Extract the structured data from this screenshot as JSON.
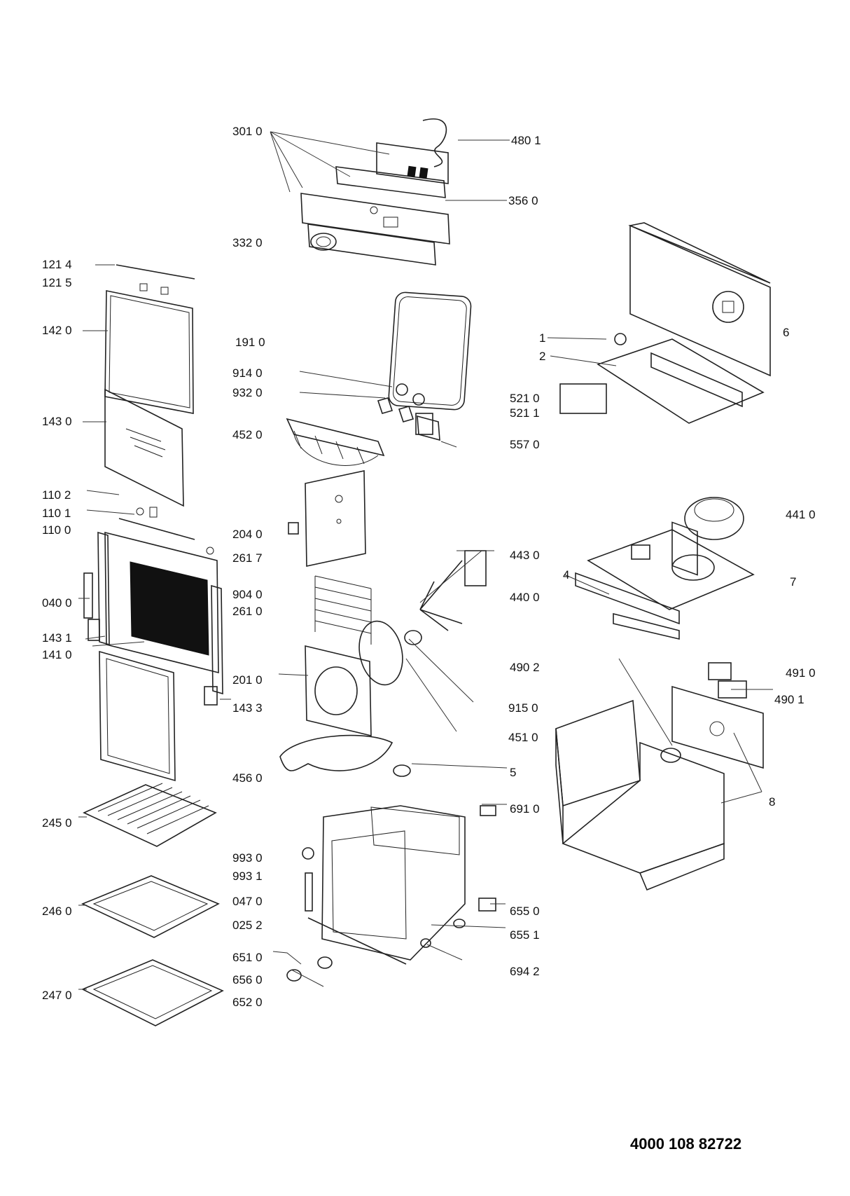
{
  "labels": [
    {
      "id": "l3010",
      "text": "301 0"
    },
    {
      "id": "l4801",
      "text": "480 1"
    },
    {
      "id": "l3560",
      "text": "356 0"
    },
    {
      "id": "l3320",
      "text": "332 0"
    },
    {
      "id": "l1214",
      "text": "121 4"
    },
    {
      "id": "l1215",
      "text": "121 5"
    },
    {
      "id": "l1420",
      "text": "142 0"
    },
    {
      "id": "l1910",
      "text": "191 0"
    },
    {
      "id": "l9140",
      "text": "914 0"
    },
    {
      "id": "l9320",
      "text": "932 0"
    },
    {
      "id": "l1430",
      "text": "143 0"
    },
    {
      "id": "l4520",
      "text": "452 0"
    },
    {
      "id": "l1",
      "text": "1"
    },
    {
      "id": "l2",
      "text": "2"
    },
    {
      "id": "l6",
      "text": "6"
    },
    {
      "id": "l5210",
      "text": "521 0"
    },
    {
      "id": "l5211",
      "text": "521 1"
    },
    {
      "id": "l5570",
      "text": "557 0"
    },
    {
      "id": "l1102",
      "text": "110 2"
    },
    {
      "id": "l1101",
      "text": "110 1"
    },
    {
      "id": "l1100",
      "text": "110 0"
    },
    {
      "id": "l2040",
      "text": "204 0"
    },
    {
      "id": "l2617",
      "text": "261 7"
    },
    {
      "id": "l4410",
      "text": "441 0"
    },
    {
      "id": "l4430",
      "text": "443 0"
    },
    {
      "id": "l4",
      "text": "4"
    },
    {
      "id": "l7",
      "text": "7"
    },
    {
      "id": "l9040",
      "text": "904 0"
    },
    {
      "id": "l4400",
      "text": "440 0"
    },
    {
      "id": "l0400",
      "text": "040 0"
    },
    {
      "id": "l2610",
      "text": "261 0"
    },
    {
      "id": "l1431",
      "text": "143 1"
    },
    {
      "id": "l1410",
      "text": "141 0"
    },
    {
      "id": "l4902",
      "text": "490 2"
    },
    {
      "id": "l4910",
      "text": "491 0"
    },
    {
      "id": "l2010",
      "text": "201 0"
    },
    {
      "id": "l4901",
      "text": "490 1"
    },
    {
      "id": "l9150",
      "text": "915 0"
    },
    {
      "id": "l1433",
      "text": "143 3"
    },
    {
      "id": "l4510",
      "text": "451 0"
    },
    {
      "id": "l4560",
      "text": "456 0"
    },
    {
      "id": "l5",
      "text": "5"
    },
    {
      "id": "l8",
      "text": "8"
    },
    {
      "id": "l2450",
      "text": "245 0"
    },
    {
      "id": "l6910",
      "text": "691 0"
    },
    {
      "id": "l9930",
      "text": "993 0"
    },
    {
      "id": "l9931",
      "text": "993 1"
    },
    {
      "id": "l0470",
      "text": "047 0"
    },
    {
      "id": "l2460",
      "text": "246 0"
    },
    {
      "id": "l6550",
      "text": "655 0"
    },
    {
      "id": "l0252",
      "text": "025 2"
    },
    {
      "id": "l6551",
      "text": "655 1"
    },
    {
      "id": "l6510",
      "text": "651 0"
    },
    {
      "id": "l6942",
      "text": "694 2"
    },
    {
      "id": "l6560",
      "text": "656 0"
    },
    {
      "id": "l2470",
      "text": "247 0"
    },
    {
      "id": "l6520",
      "text": "652 0"
    }
  ],
  "document_code": "4000 108 82722"
}
